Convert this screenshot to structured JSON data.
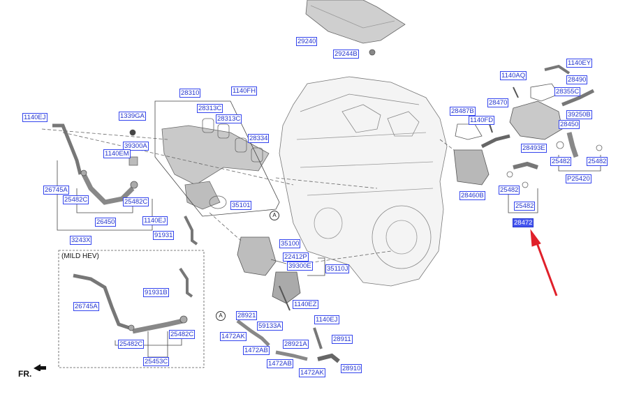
{
  "diagram": {
    "section_label": "(MILD HEV)",
    "direction_label": "FR.",
    "callouts": [
      "A",
      "A"
    ],
    "highlight_color": "#4455ee",
    "arrow_color": "#e0202a",
    "selected_part": "28472",
    "parts": [
      "29240",
      "29244B",
      "1140EY",
      "28490",
      "1140AQ",
      "28355C",
      "28470",
      "39250B",
      "28487B",
      "1140FD",
      "28450",
      "28493E",
      "25482",
      "25482",
      "P25420",
      "28460B",
      "25482",
      "25482",
      "28472",
      "28310",
      "1140FH",
      "28313C",
      "28313C",
      "28334",
      "1140EJ",
      "1339GA",
      "39300A",
      "1140EM",
      "26745A",
      "25482C",
      "25482C",
      "26450",
      "3243X",
      "1140EJ",
      "91931",
      "35101",
      "35100",
      "22412P",
      "39300E",
      "35110J",
      "1140EZ",
      "91931B",
      "26745A",
      "25482C",
      "25482C",
      "25453C",
      "28921",
      "1472AK",
      "59133A",
      "1472AB",
      "28921A",
      "1472AB",
      "1140EJ",
      "28911",
      "1472AK",
      "28910"
    ]
  }
}
